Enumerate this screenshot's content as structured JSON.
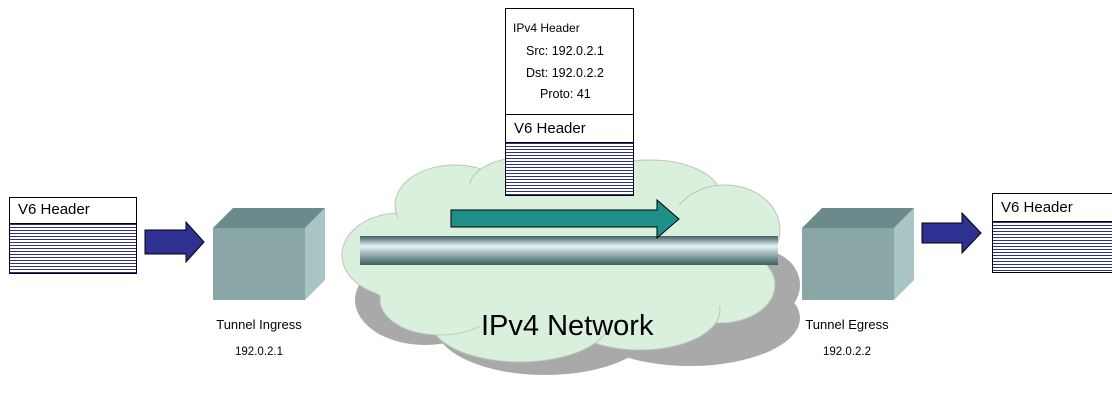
{
  "left_packet": {
    "header_label": "V6 Header"
  },
  "right_packet": {
    "header_label": "V6 Header"
  },
  "tunneled_packet": {
    "ipv4_header_title": "IPv4 Header",
    "src": "Src: 192.0.2.1",
    "dst": "Dst: 192.0.2.2",
    "proto": "Proto: 41",
    "v6_header_label": "V6 Header"
  },
  "ingress": {
    "label": "Tunnel Ingress",
    "address": "192.0.2.1"
  },
  "egress": {
    "label": "Tunnel Egress",
    "address": "192.0.2.2"
  },
  "network": {
    "label": "IPv4 Network"
  },
  "colors": {
    "arrow_blue": "#2e3192",
    "arrow_teal": "#1f8f8a",
    "cloud_fill": "#d8f0dc",
    "cloud_stroke": "#b8c8b8",
    "cube_front": "#8aa6a6",
    "cube_top": "#6a8a8c",
    "cube_side": "#a8c4c4"
  }
}
